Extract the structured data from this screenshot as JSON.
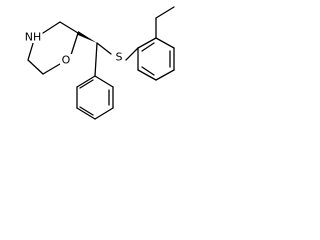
{
  "atoms": {
    "nitrogen": "NH",
    "oxygen": "O",
    "sulfur": "S"
  }
}
